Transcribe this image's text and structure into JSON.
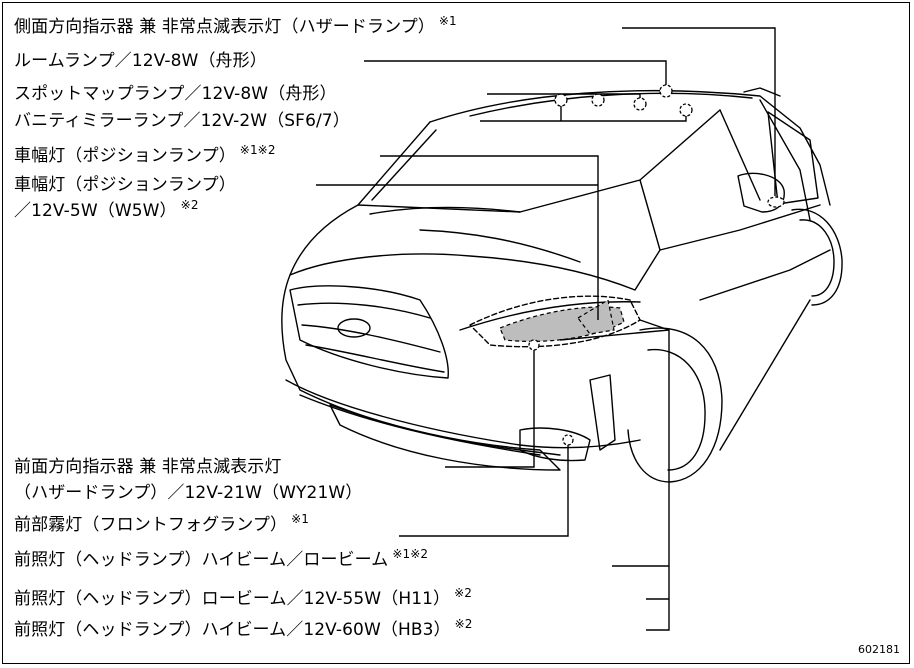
{
  "labels": [
    {
      "id": "side-turn",
      "text": "側面方向指示器 兼 非常点滅表示灯（ハザードランプ）",
      "note": "※1"
    },
    {
      "id": "room",
      "text": "ルームランプ／12V-8W（舟形）",
      "note": ""
    },
    {
      "id": "spot",
      "text": "スポットマップランプ／12V-8W（舟形）",
      "note": ""
    },
    {
      "id": "vanity",
      "text": "バニティミラーランプ／12V-2W（SF6/7）",
      "note": ""
    },
    {
      "id": "pos1",
      "text": "車幅灯（ポジションランプ）",
      "note": "※1※2"
    },
    {
      "id": "pos2a",
      "text": "車幅灯（ポジションランプ）",
      "note": ""
    },
    {
      "id": "pos2b",
      "text": "／12V-5W（W5W）",
      "note": "※2"
    },
    {
      "id": "front-turn-a",
      "text": "前面方向指示器 兼 非常点滅表示灯",
      "note": ""
    },
    {
      "id": "front-turn-b",
      "text": "（ハザードランプ）／12V-21W（WY21W）",
      "note": ""
    },
    {
      "id": "fog",
      "text": "前部霧灯（フロントフォグランプ）",
      "note": "※1"
    },
    {
      "id": "head-hilo",
      "text": "前照灯（ヘッドランプ）ハイビーム／ロービーム",
      "note": "※1※2"
    },
    {
      "id": "head-lo",
      "text": "前照灯（ヘッドランプ）ロービーム／12V-55W（H11）",
      "note": "※2"
    },
    {
      "id": "head-hi",
      "text": "前照灯（ヘッドランプ）ハイビーム／12V-60W（HB3）",
      "note": "※2"
    }
  ],
  "figure_id": "602181",
  "colors": {
    "line": "#000000",
    "lamp_fill": "#bdbdbd"
  }
}
